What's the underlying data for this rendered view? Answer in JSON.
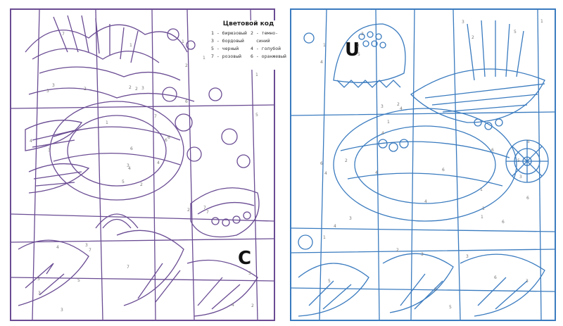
{
  "legend": {
    "title": "Цветовой код",
    "entries": [
      "1 - бирюзовый",
      "2 - темно-",
      "3 - бордовый",
      "синий",
      "5 - черный",
      "4 - голубой",
      "7 - розовый",
      "6 - оранжевый"
    ]
  },
  "letters": {
    "left": "C",
    "right": "U"
  },
  "colors": {
    "left_outline": "#6a4c93",
    "right_outline": "#3a7bbf"
  },
  "numbers": {
    "left": [
      "2",
      "3",
      "4",
      "5",
      "6",
      "7",
      "1",
      "3",
      "2",
      "4",
      "7",
      "2",
      "3",
      "1",
      "5",
      "6",
      "3",
      "2",
      "7",
      "4",
      "1",
      "3",
      "5",
      "2",
      "6",
      "7",
      "3",
      "1",
      "4",
      "2",
      "5",
      "3",
      "7",
      "6",
      "2",
      "1",
      "3",
      "4",
      "5",
      "7"
    ],
    "right": [
      "1",
      "3",
      "5",
      "2",
      "4",
      "6",
      "1",
      "2",
      "3",
      "5",
      "4",
      "6",
      "1",
      "3",
      "2",
      "5",
      "4",
      "6",
      "2",
      "3",
      "1",
      "5",
      "4",
      "6",
      "3",
      "2",
      "1",
      "4",
      "5",
      "6",
      "2",
      "3",
      "1",
      "4",
      "5",
      "6",
      "1",
      "2",
      "3",
      "4"
    ]
  }
}
